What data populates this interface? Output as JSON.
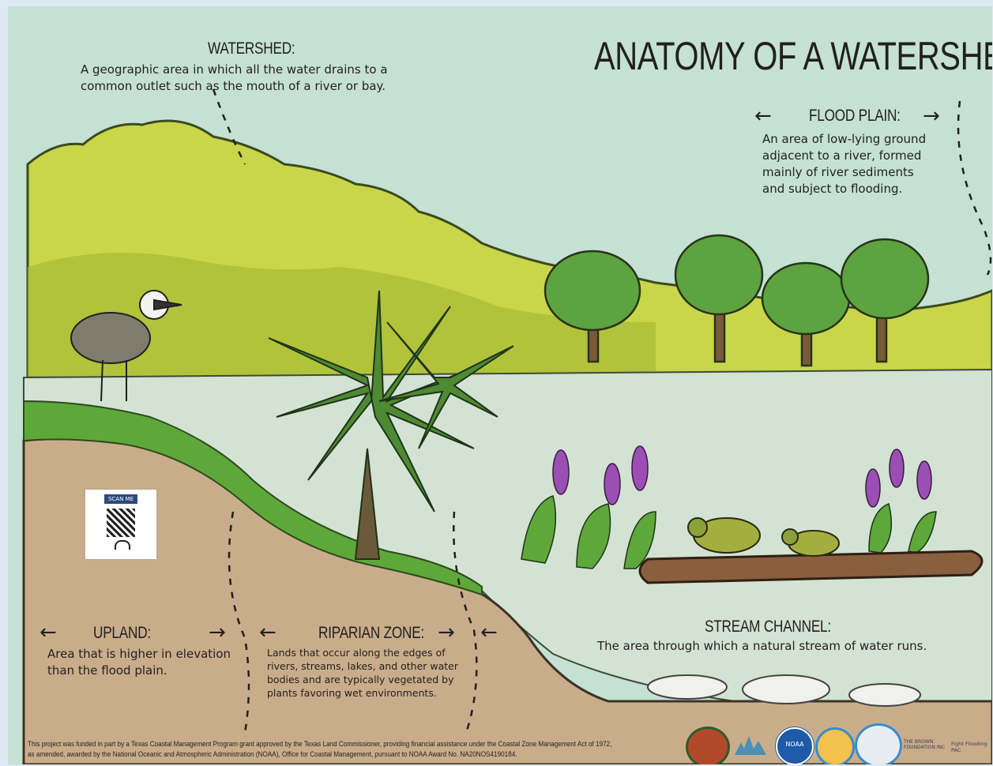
{
  "title": "ANATOMY OF A WATERSHED",
  "watershed": {
    "heading": "WATERSHED:",
    "text": "A geographic area in which all the water drains to a common outlet such as the mouth of a river or bay."
  },
  "flood_plain": {
    "heading": "FLOOD PLAIN:",
    "text": "An area of low-lying ground adjacent to a river, formed mainly of river sediments and subject to flooding.",
    "arrow_left": "←",
    "arrow_right": "→"
  },
  "upland": {
    "heading": "UPLAND:",
    "text": "Area that is higher in elevation than the flood plain.",
    "arrow_left": "←",
    "arrow_right": "→"
  },
  "riparian": {
    "heading": "RIPARIAN ZONE:",
    "text": "Lands that occur along the edges of rivers, streams, lakes, and other water bodies and are typically vegetated by plants favoring wet environments.",
    "arrow_left": "←",
    "arrow_right": "→"
  },
  "stream_channel": {
    "heading": "STREAM CHANNEL:",
    "text": "The area through which a natural stream of water runs.",
    "arrow_left": "←"
  },
  "qr_label": "SCAN ME",
  "footer": "This project was funded in part by a Texas Coastal Management Program grant approved by the Texas Land Commissioner, providing financial assistance under the Coastal Zone Management Act of 1972, as amended, awarded by the National Oceanic and Atmospheric Administration (NOAA), Office for Coastal Management, pursuant to NOAA Award No. NA20NOS4190184.",
  "logos": {
    "noaa": "NOAA",
    "brown_foundation": "THE BROWN FOUNDATION INC",
    "fight_flooding": "Fight Flooding PAC"
  },
  "colors": {
    "sky": "#c4e1d4",
    "hills": "#c9d64a",
    "soil": "#c9ad8a",
    "water": "#d3e3d3",
    "grass": "#5ea83a"
  }
}
